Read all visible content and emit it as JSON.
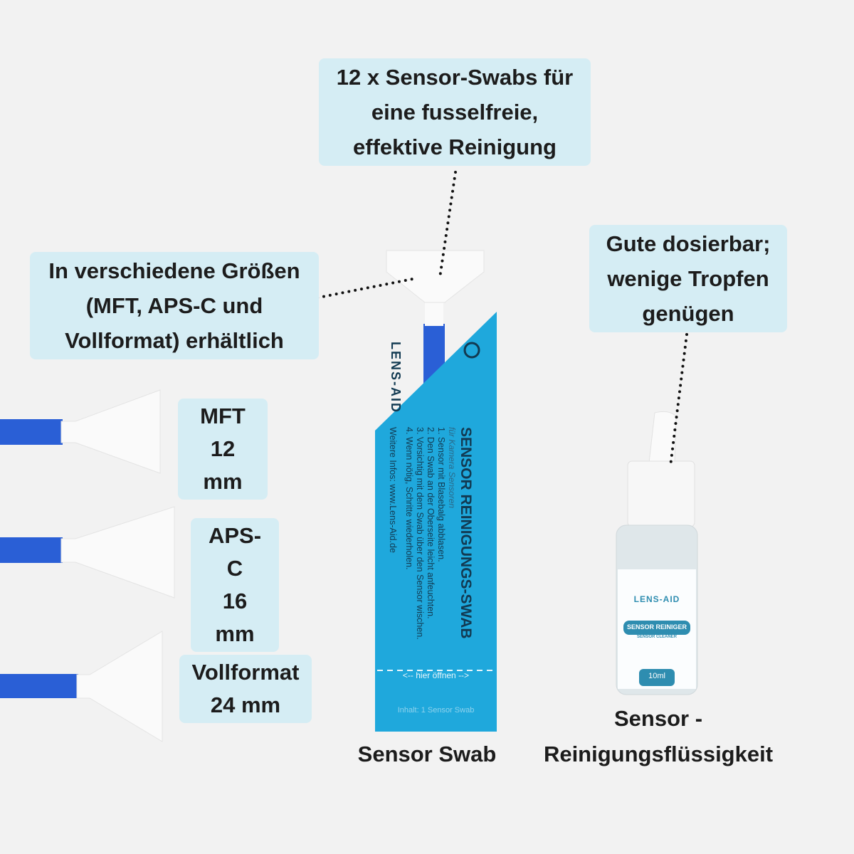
{
  "callouts": {
    "swabs": [
      "12 x Sensor-Swabs für",
      "eine fusselfreie,",
      "effektive Reinigung"
    ],
    "sizes": [
      "In verschiedene Größen",
      "(MFT, APS-C und",
      "Vollformat) erhältlich"
    ],
    "fluid": [
      "Gute dosierbar;",
      "wenige Tropfen",
      "genügen"
    ],
    "mft": [
      "MFT",
      "12 mm"
    ],
    "apsc": [
      "APS-C",
      "16 mm"
    ],
    "full": [
      "Vollformat",
      "24 mm"
    ]
  },
  "labels": {
    "swab": "Sensor Swab",
    "fluid": [
      "Sensor -",
      "Reinigungsflüssigkeit"
    ]
  },
  "packet": {
    "brand": "LENS-AID",
    "title": "SENSOR REINIGUNGS-SWAB",
    "subtitle": "für Kamera Sensoren",
    "steps": [
      "1. Sensor mit Blasebalg abblasen.",
      "2. Den Swab an der Oberseite leicht anfeuchten.",
      "3. Vorsichtig mit dem Swab über den Sensor wischen.",
      "4. Wenn nötig, Schritte wiederholen."
    ],
    "info": "Weitere Infos: www.Lens-Aid.de",
    "open": "<-- hier öffnen -->",
    "contents": "Inhalt: 1 Sensor Swab"
  },
  "bottle": {
    "brand": "LENS-AID",
    "name": "SENSOR REINIGER",
    "sub": "SENSOR CLEANER",
    "volume": "10ml"
  },
  "colors": {
    "callout_bg": "#d5edf4",
    "packet": "#1fa8dc",
    "stick": "#2a5fd6"
  }
}
